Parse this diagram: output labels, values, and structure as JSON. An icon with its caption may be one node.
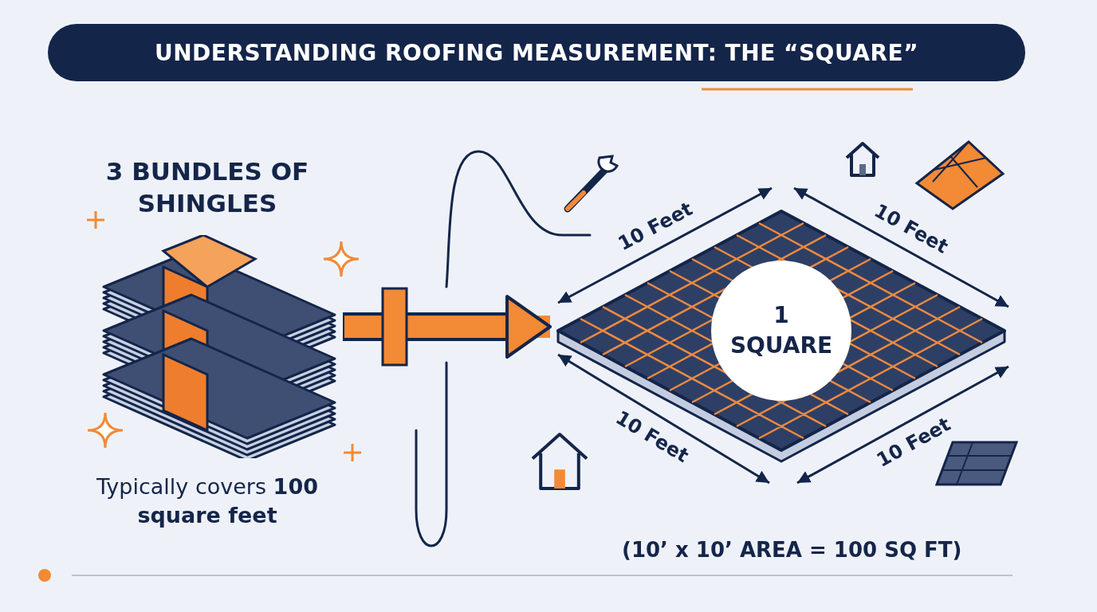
{
  "diagram": {
    "title": "UNDERSTANDING ROOFING MEASUREMENT: THE “SQUARE”",
    "nodes": [
      {
        "text": [
          "3 BUNDLES OF SHINGLES",
          "Typically covers **100 square feet**"
        ]
      },
      {
        "text": [
          "1 SQUARE"
        ]
      }
    ],
    "edges": [
      {
        "from": 0,
        "to": 1,
        "arrow": "to"
      }
    ],
    "labels": [
      "10 Feet",
      "10 Feet",
      "10 Feet",
      "10 Feet",
      "(10’ x 10’ AREA = 100 SQ FT)"
    ]
  }
}
